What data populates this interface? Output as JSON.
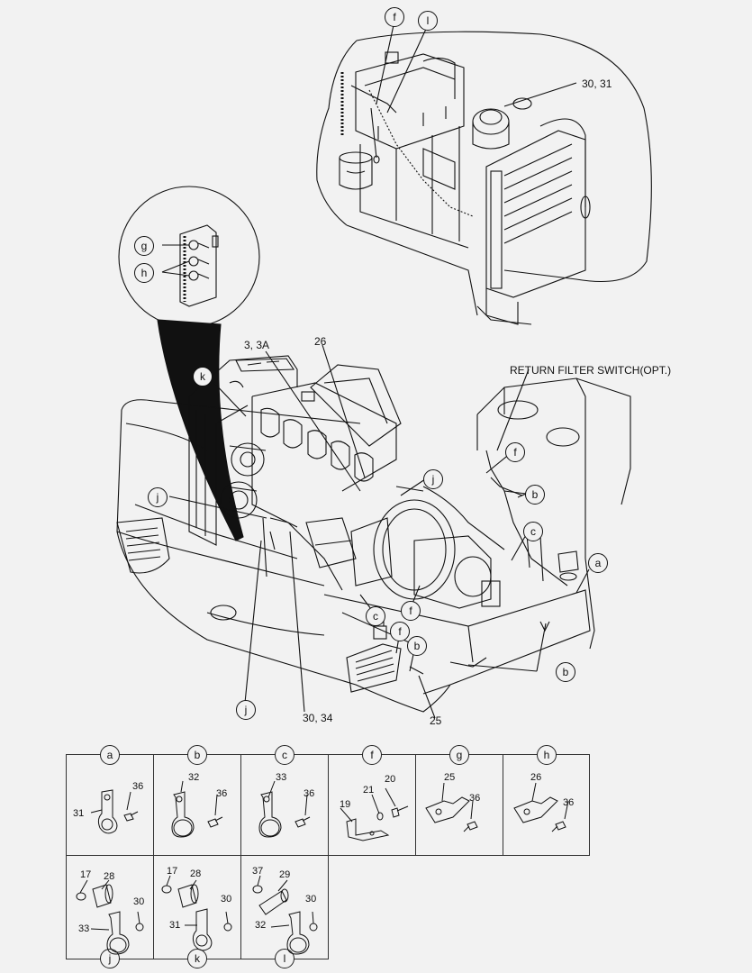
{
  "labels": {
    "return_filter": "RETURN FILTER SWITCH(OPT.)",
    "p30_31": "30, 31",
    "p3_3a": "3, 3A",
    "p26": "26",
    "p30_34": "30, 34",
    "p25": "25"
  },
  "callouts": {
    "f_top": "f",
    "l_top": "l",
    "g": "g",
    "h": "h",
    "k": "k",
    "j_main": "j",
    "j_right": "j",
    "f_right": "f",
    "b_right": "b",
    "c_right": "c",
    "a_right": "a",
    "c_low": "c",
    "f_low": "f",
    "f_low2": "f",
    "b_low": "b",
    "b_low2": "b",
    "j_bottom": "j"
  },
  "table": {
    "cells": [
      {
        "id": "a",
        "parts": [
          "31",
          "36"
        ]
      },
      {
        "id": "b",
        "parts": [
          "32",
          "36"
        ]
      },
      {
        "id": "c",
        "parts": [
          "33",
          "36"
        ]
      },
      {
        "id": "f",
        "parts": [
          "20",
          "21",
          "19"
        ]
      },
      {
        "id": "g",
        "parts": [
          "25",
          "36"
        ]
      },
      {
        "id": "h",
        "parts": [
          "26",
          "36"
        ]
      },
      {
        "id": "j",
        "parts": [
          "17",
          "28",
          "30",
          "33"
        ]
      },
      {
        "id": "k",
        "parts": [
          "17",
          "28",
          "30",
          "31"
        ]
      },
      {
        "id": "l",
        "parts": [
          "37",
          "29",
          "30",
          "32"
        ]
      }
    ]
  }
}
